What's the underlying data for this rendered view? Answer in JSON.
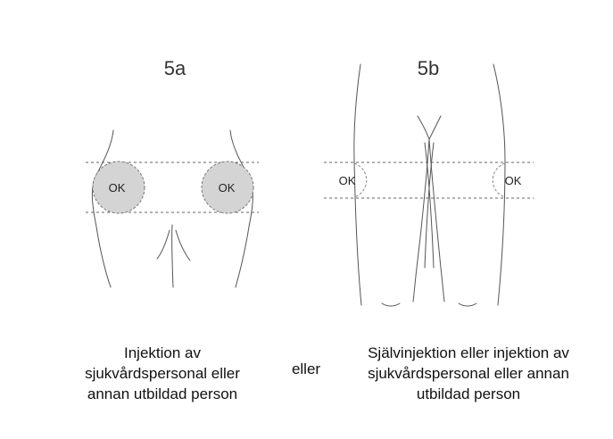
{
  "panel_a": {
    "label": "5a",
    "site_left_label": "OK",
    "site_right_label": "OK",
    "site_fill": "#d4d4d4",
    "caption": "Injektion av\nsjukvårdspersonal eller\nannan utbildad person"
  },
  "connector": {
    "label": "eller"
  },
  "panel_b": {
    "label": "5b",
    "site_left_label": "OK",
    "site_right_label": "OK",
    "caption": "Självinjektion eller injektion av\nsjukvårdspersonal eller annan\nutbildad person"
  }
}
